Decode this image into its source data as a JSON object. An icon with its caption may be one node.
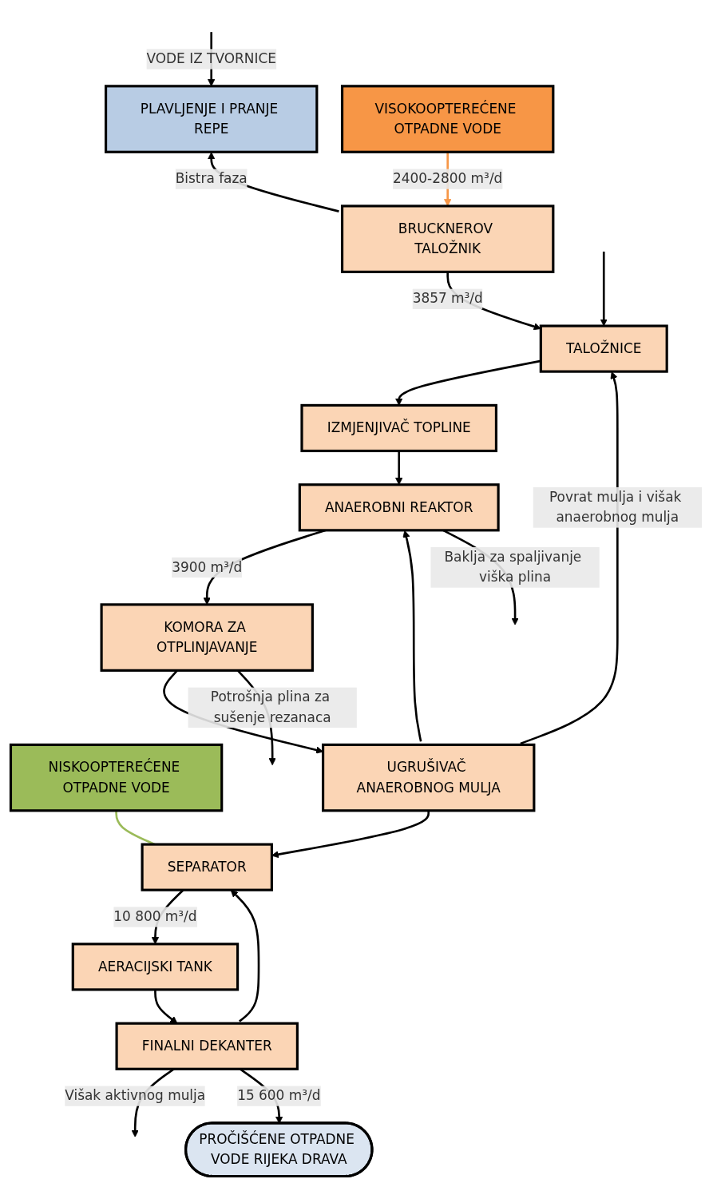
{
  "diagram": {
    "nodes": [
      {
        "text": [
          "PLAVLJENJE I PRANJE REPE"
        ]
      },
      {
        "text": [
          "NISKOOPTEREĆENE OTPADNE VODE"
        ]
      },
      {
        "text": [
          "VISOKOOPTEREĆENE OTPADNE VODE"
        ]
      },
      {
        "text": [
          "BRUCKNEROV TALOŽNIK"
        ]
      },
      {
        "text": [
          "TALOŽNICE"
        ]
      },
      {
        "text": [
          "IZMJENJIVAČ TOPLINE"
        ]
      },
      {
        "text": [
          "ANAEROBNI REAKTOR"
        ]
      },
      {
        "text": [
          "KOMORA ZA OTPLINJAVANJE"
        ]
      },
      {
        "text": [
          "UGRUŠIVAČ ANAEROBNOG MULJA"
        ]
      },
      {
        "text": [
          "SEPARATOR"
        ]
      },
      {
        "text": [
          "AERACIJSKI TANK"
        ]
      },
      {
        "text": [
          "FINALNI DEKANTER"
        ]
      },
      {
        "text": [
          "PROČIŠĆENE OTPADNE VODE RIJEKA DRAVA"
        ]
      }
    ],
    "edges": [
      {
        "from": null,
        "to": 0,
        "arrow": "to",
        "label": "VODE IZ TVORNICE"
      },
      {
        "from": 3,
        "to": 0,
        "arrow": "to",
        "label": "Bistra faza"
      },
      {
        "from": 2,
        "to": 3,
        "arrow": "to",
        "label": "2400-2800 m³/d",
        "color": "#f79646"
      },
      {
        "from": 1,
        "to": 9,
        "arrow": "none",
        "color": "#9bbb59"
      },
      {
        "from": 3,
        "to": 4,
        "arrow": "to",
        "label": "3857 m³/d"
      },
      {
        "from": null,
        "to": 4,
        "arrow": "to"
      },
      {
        "from": 4,
        "to": 5,
        "arrow": "to"
      },
      {
        "from": 5,
        "to": 6,
        "arrow": "to"
      },
      {
        "from": 6,
        "to": 7,
        "arrow": "to",
        "label": "3900 m³/d"
      },
      {
        "from": 7,
        "to": 8,
        "arrow": "to"
      },
      {
        "from": 8,
        "to": 9,
        "arrow": "to"
      },
      {
        "from": 8,
        "to": 4,
        "arrow": "to",
        "label": "Povrat mulja i višak anaerobnog mulja"
      },
      {
        "from": 8,
        "to": 6,
        "arrow": "to"
      },
      {
        "from": 6,
        "to": null,
        "arrow": "to",
        "label": "Baklja za spaljivanje viška plina"
      },
      {
        "from": 7,
        "to": null,
        "arrow": "to",
        "label": "Potrošnja plina za sušenje rezanaca"
      },
      {
        "from": 9,
        "to": 10,
        "arrow": "to",
        "label": "10 800 m³/d"
      },
      {
        "from": 10,
        "to": 11,
        "arrow": "to"
      },
      {
        "from": 11,
        "to": null,
        "arrow": "to",
        "label": "Višak aktivnog mulja"
      },
      {
        "from": 11,
        "to": 9,
        "arrow": "to"
      },
      {
        "from": 11,
        "to": 12,
        "arrow": "to",
        "label": "15 600 m³/d"
      }
    ]
  }
}
